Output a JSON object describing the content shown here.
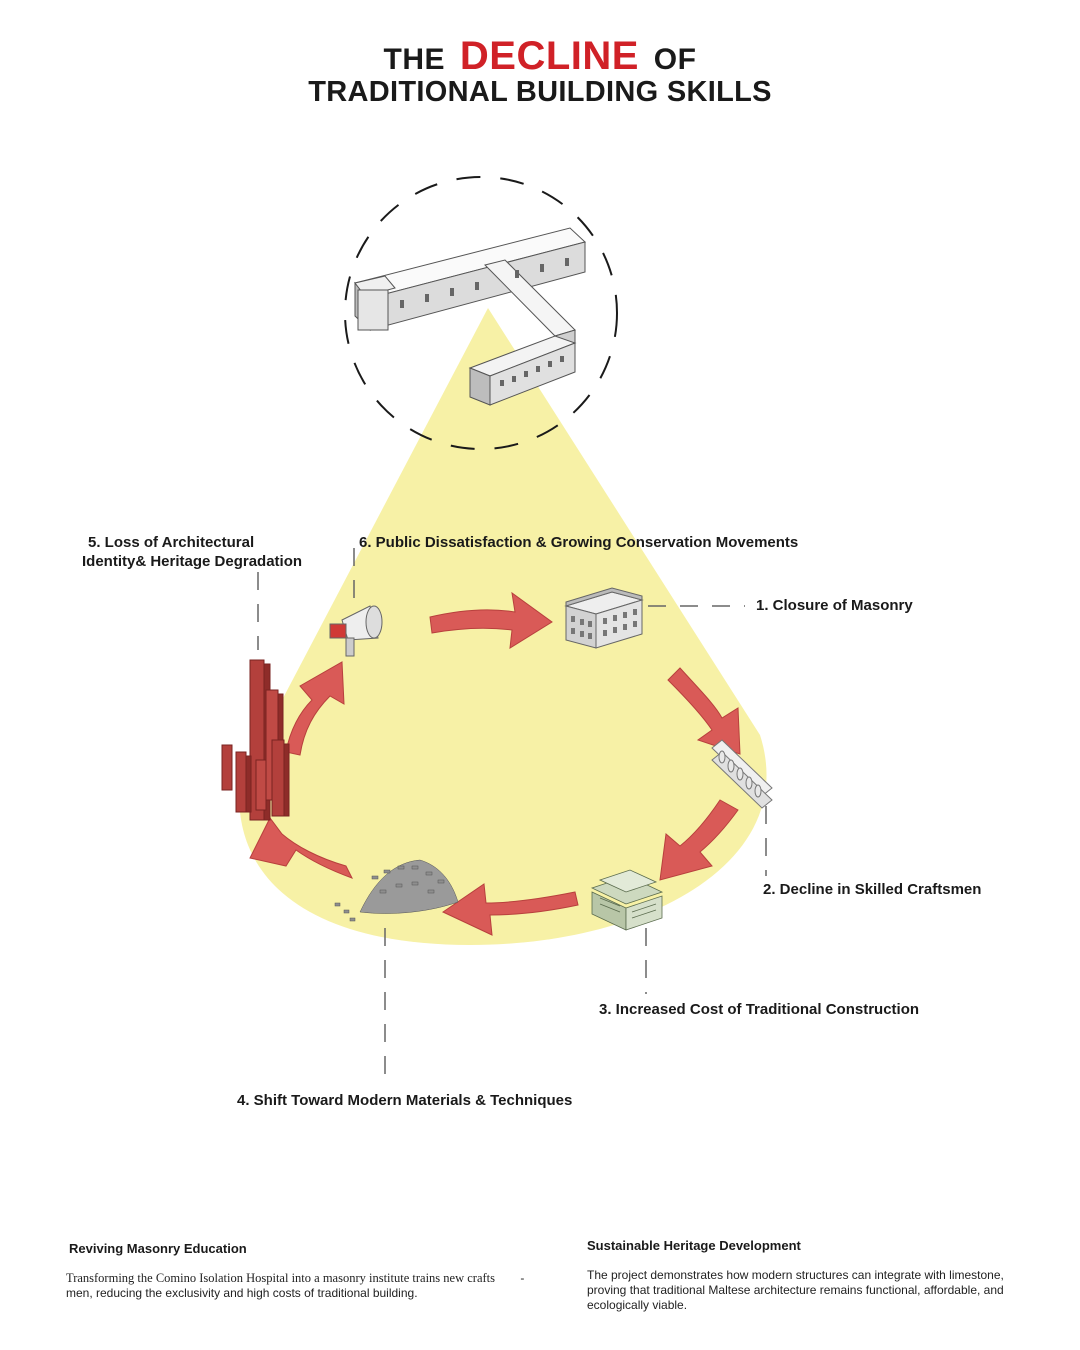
{
  "title": {
    "line1_before": "THE",
    "line1_accent": "DECLINE",
    "line1_after": "OF",
    "line2": "TRADITIONAL BUILDING SKILLS",
    "accent_color": "#d02127"
  },
  "steps": [
    {
      "label": "1. Closure of Masonry",
      "icon": "building-icon"
    },
    {
      "label": "2. Decline in Skilled Craftsmen",
      "icon": "balustrade-icon"
    },
    {
      "label": "3. Increased Cost of Traditional Construction",
      "icon": "money-stack-icon"
    },
    {
      "label": "4. Shift Toward Modern Materials & Techniques",
      "icon": "rubble-pile-icon"
    },
    {
      "label_line1": "5. Loss of Architectural",
      "label_line2": "Identity& Heritage Degradation",
      "icon": "towers-icon"
    },
    {
      "label": "6. Public Dissatisfaction & Growing Conservation Movements",
      "icon": "megaphone-icon"
    }
  ],
  "colors": {
    "spotlight": "#f7f1a6",
    "arrow": "#d95a57",
    "arrow_dark": "#b8403d"
  },
  "footer": {
    "left": {
      "heading": "Reviving Masonry Education",
      "line1": "Transforming the Comino Isolation Hospital into a masonry institute trains new crafts",
      "line1_dash": "-",
      "line2": "men, reducing the exclusivity and high costs of traditional building."
    },
    "right": {
      "heading": "Sustainable Heritage Development",
      "line1": "The project demonstrates how modern structures can integrate with limestone,",
      "line2": "proving that traditional Maltese architecture remains functional, affordable, and",
      "line3": "ecologically viable."
    }
  }
}
